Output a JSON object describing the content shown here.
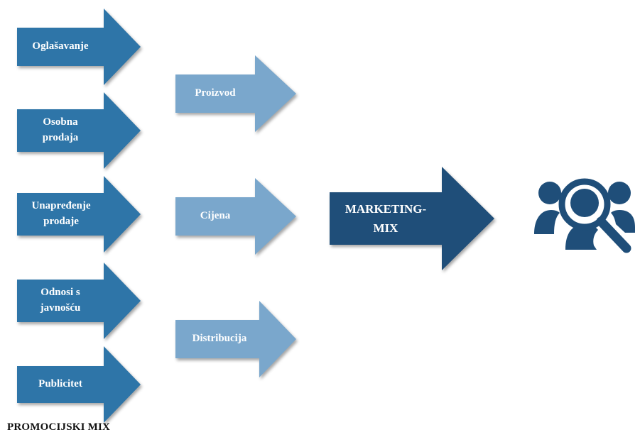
{
  "colors": {
    "promo_arrow": "#2e75a8",
    "mix_arrow": "#7aa7cc",
    "main_arrow": "#1f4e79",
    "icon": "#1f4e79"
  },
  "promotional_mix": {
    "label": "PROMOCIJSKI MIX",
    "items": [
      {
        "label": "Oglašavanje"
      },
      {
        "label": "Osobna\nprodaja"
      },
      {
        "label": "Unapređenje\nprodaje"
      },
      {
        "label": "Odnosi s\njavnošću"
      },
      {
        "label": "Publicitet"
      }
    ]
  },
  "marketing_elements": {
    "items": [
      {
        "label": "Proizvod"
      },
      {
        "label": "Cijena"
      },
      {
        "label": "Distribucija"
      }
    ]
  },
  "main": {
    "label": "MARKETING-\nMIX"
  },
  "target": {
    "icon": "audience-search-icon"
  }
}
